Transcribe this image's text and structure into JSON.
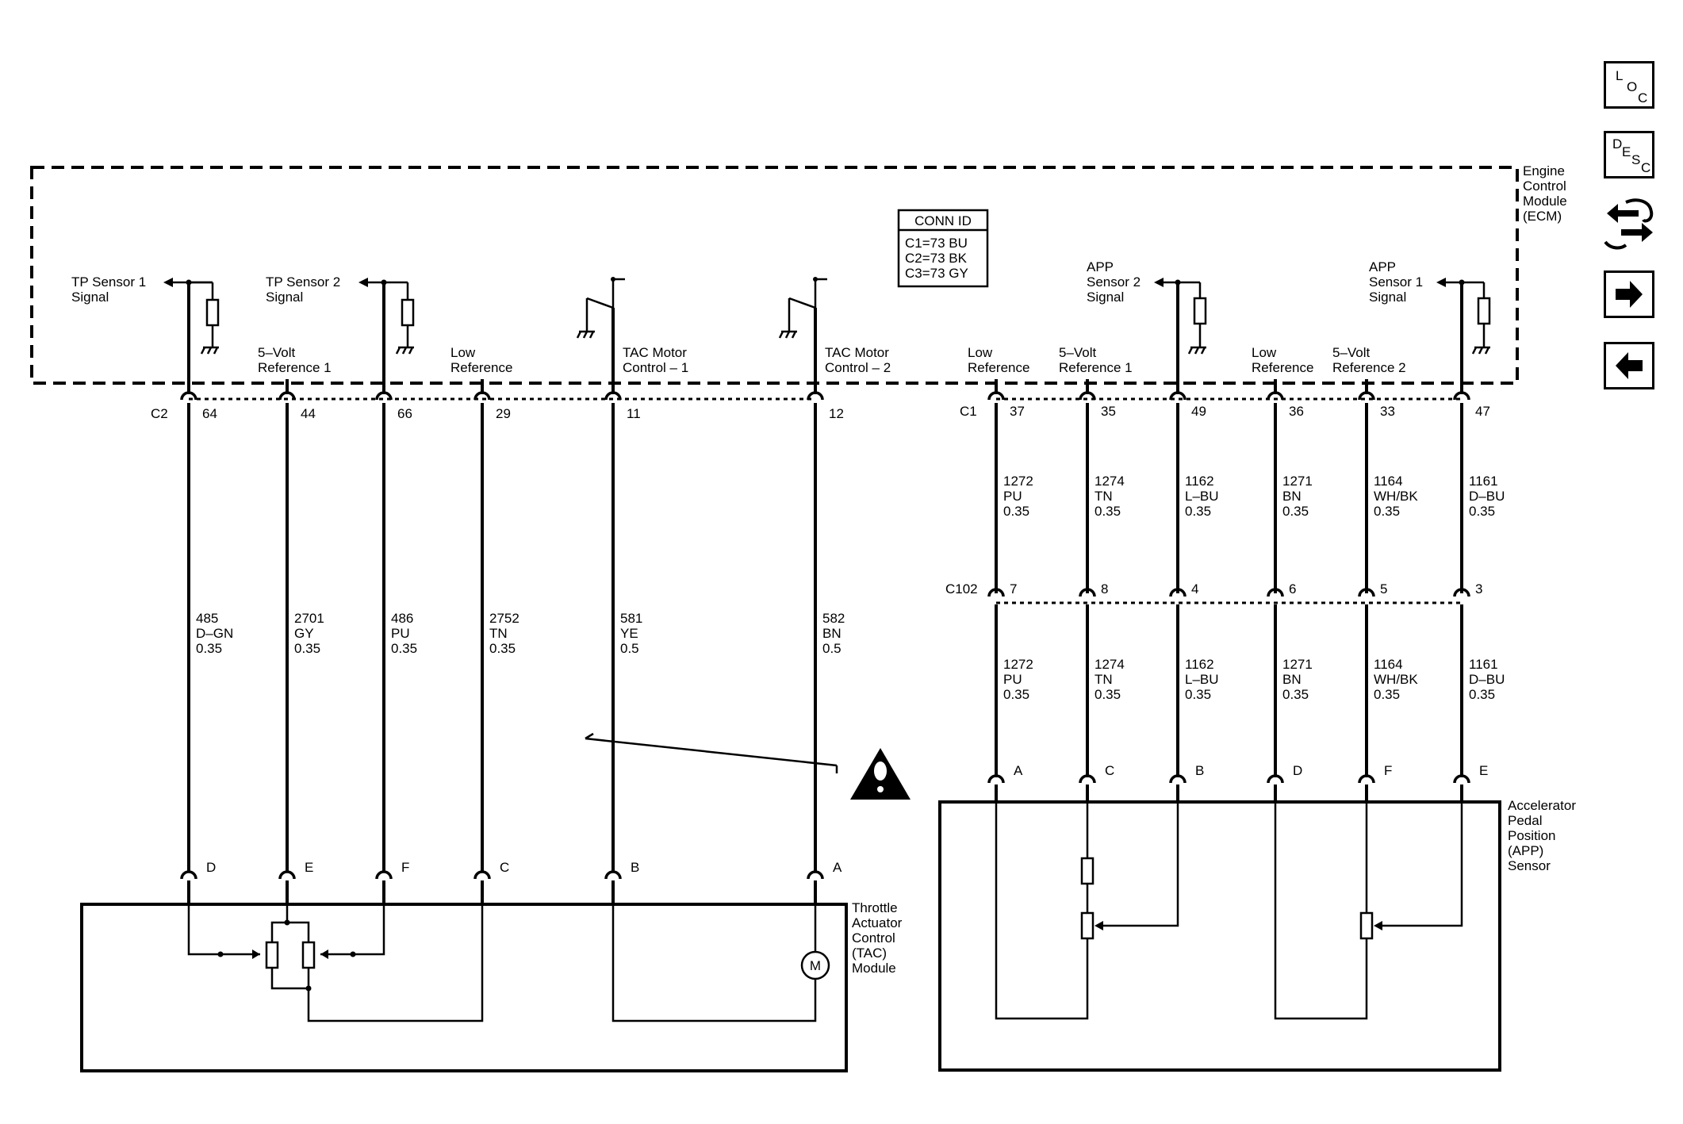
{
  "ecm": {
    "title_lines": [
      "Engine",
      "Control",
      "Module",
      "(ECM)"
    ],
    "conn_id": {
      "header": "CONN ID",
      "lines": [
        "C1=73 BU",
        "C2=73 BK",
        "C3=73 GY"
      ]
    },
    "signals": {
      "tp1": [
        "TP Sensor 1",
        "Signal"
      ],
      "tp2": [
        "TP Sensor 2",
        "Signal"
      ],
      "app2": [
        "APP",
        "Sensor 2",
        "Signal"
      ],
      "app1": [
        "APP",
        "Sensor 1",
        "Signal"
      ]
    },
    "pin_labels_left": {
      "ref1": [
        "5–Volt",
        "Reference 1"
      ],
      "lowref": [
        "Low",
        "Reference"
      ],
      "tac1": [
        "TAC Motor",
        "Control – 1"
      ],
      "tac2": [
        "TAC Motor",
        "Control – 2"
      ]
    },
    "pin_labels_right": {
      "lowref1": [
        "Low",
        "Reference"
      ],
      "ref1": [
        "5–Volt",
        "Reference 1"
      ],
      "lowref2": [
        "Low",
        "Reference"
      ],
      "ref2": [
        "5–Volt",
        "Reference 2"
      ]
    }
  },
  "connectors": {
    "c2": {
      "name": "C2",
      "pins": [
        "64",
        "44",
        "66",
        "29",
        "11",
        "12"
      ]
    },
    "c1": {
      "name": "C1",
      "pins": [
        "37",
        "35",
        "49",
        "36",
        "33",
        "47"
      ]
    },
    "c102": {
      "name": "C102",
      "pins": [
        "7",
        "8",
        "4",
        "6",
        "5",
        "3"
      ]
    }
  },
  "wires_left": [
    [
      "485",
      "D–GN",
      "0.35"
    ],
    [
      "2701",
      "GY",
      "0.35"
    ],
    [
      "486",
      "PU",
      "0.35"
    ],
    [
      "2752",
      "TN",
      "0.35"
    ],
    [
      "581",
      "YE",
      "0.5"
    ],
    [
      "582",
      "BN",
      "0.5"
    ]
  ],
  "wires_right": [
    [
      "1272",
      "PU",
      "0.35"
    ],
    [
      "1274",
      "TN",
      "0.35"
    ],
    [
      "1162",
      "L–BU",
      "0.35"
    ],
    [
      "1271",
      "BN",
      "0.35"
    ],
    [
      "1164",
      "WH/BK",
      "0.35"
    ],
    [
      "1161",
      "D–BU",
      "0.35"
    ]
  ],
  "tac_module": {
    "title_lines": [
      "Throttle",
      "Actuator",
      "Control",
      "(TAC)",
      "Module"
    ],
    "pins": [
      "D",
      "E",
      "F",
      "C",
      "B",
      "A"
    ],
    "motor_label": "M"
  },
  "app_sensor": {
    "title_lines": [
      "Accelerator",
      "Pedal",
      "Position",
      "(APP)",
      "Sensor"
    ],
    "pins": [
      "A",
      "C",
      "B",
      "D",
      "F",
      "E"
    ]
  },
  "nav": {
    "loc": [
      "L",
      "O",
      "C"
    ],
    "desc": [
      "D",
      "E",
      "S",
      "C"
    ],
    "icons": [
      "connector-swap-icon",
      "arrow-right-icon",
      "arrow-left-icon"
    ]
  }
}
